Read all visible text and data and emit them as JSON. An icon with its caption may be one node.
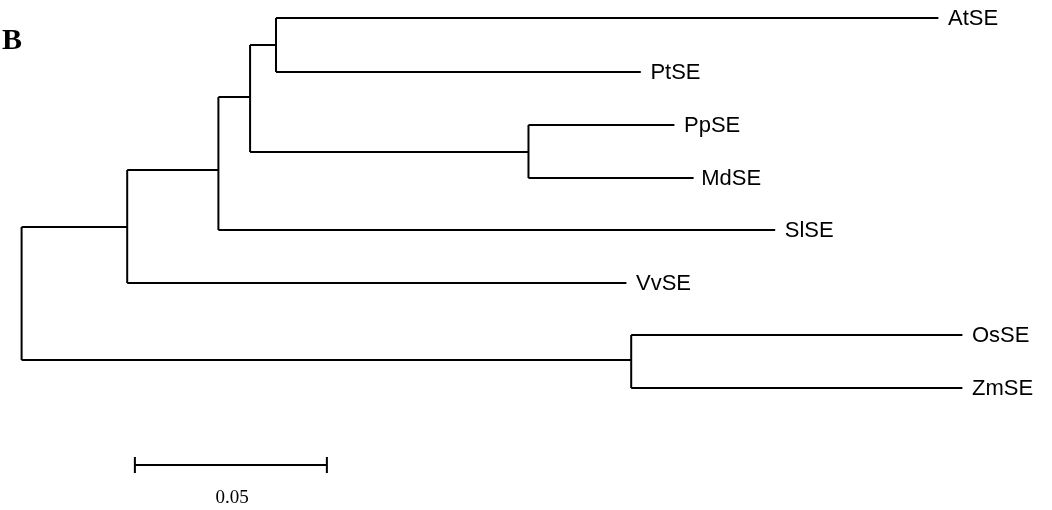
{
  "diagram": {
    "nodes": [
      {
        "text": [
          "AtSE"
        ]
      },
      {
        "text": [
          "PtSE"
        ]
      },
      {
        "text": [
          "PpSE"
        ]
      },
      {
        "text": [
          "MdSE"
        ]
      },
      {
        "text": [
          "SlSE"
        ]
      },
      {
        "text": [
          "VvSE"
        ]
      },
      {
        "text": [
          "OsSE"
        ]
      },
      {
        "text": [
          "ZmSE"
        ]
      }
    ],
    "labels": [
      "B",
      "0.05"
    ]
  }
}
